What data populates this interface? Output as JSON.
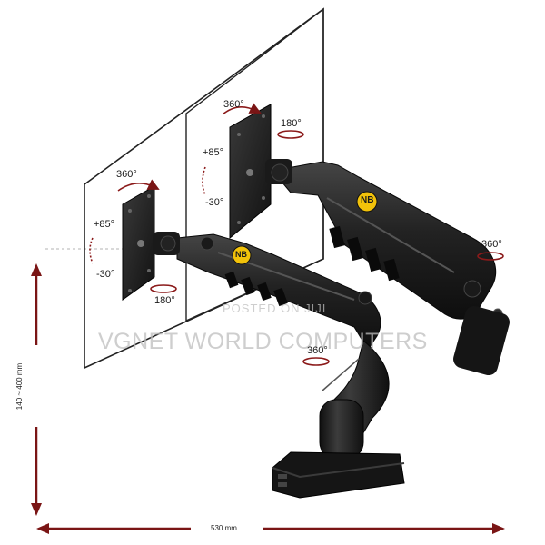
{
  "image": {
    "subject": "dual-monitor-gas-spring-arm",
    "brand_badge": "NB",
    "colors": {
      "arm": "#1c1c1c",
      "arm_highlight": "#3a3a3a",
      "badge": "#f2c20a",
      "dimension": "#7a1515",
      "rotation_arrow": "#8b1a1a",
      "guide_line": "#9a9a9a"
    }
  },
  "labels": {
    "left": {
      "rotate": "360°",
      "tilt_up": "+85°",
      "tilt_down": "-30°",
      "swivel": "180°"
    },
    "right": {
      "rotate": "360°",
      "tilt_up": "+85°",
      "tilt_down": "-30°",
      "swivel": "180°"
    },
    "arm_rotate_right": "360°",
    "base_rotate": "360°",
    "height_range": "140 ~ 400 mm",
    "width": "530 mm"
  },
  "watermarks": {
    "posted": "POSTED ON JIJI",
    "company": "VGNET WORLD COMPUTERS"
  }
}
